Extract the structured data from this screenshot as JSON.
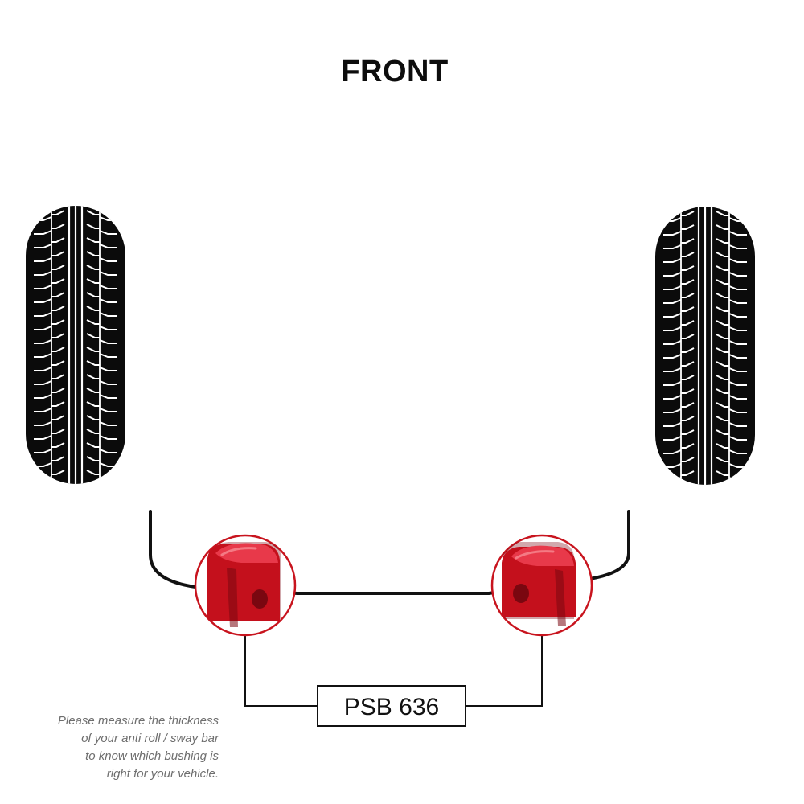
{
  "header": {
    "title": "FRONT"
  },
  "part": {
    "number": "PSB 636"
  },
  "note": {
    "lines": [
      "Please measure the thickness",
      "of your anti roll / sway bar",
      "to know which bushing is",
      "right for your vehicle."
    ]
  },
  "colors": {
    "tyre": "#0b0b0b",
    "tread": "#ffffff",
    "bushing": "#c4101c",
    "bushing_dark": "#7a0710",
    "bushing_light": "#e8394a",
    "callout_ring": "#c8141e",
    "line": "#111111"
  },
  "icons": {
    "tyre": "tyre-icon",
    "bushing": "bushing-icon"
  }
}
